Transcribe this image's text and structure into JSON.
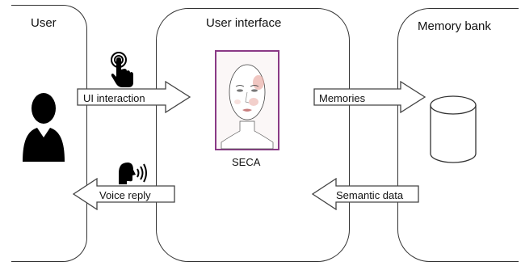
{
  "panels": {
    "user_title": "User",
    "ui_title": "User interface",
    "memory_title": "Memory bank"
  },
  "arrows": {
    "ui_interaction": "UI interaction",
    "memories": "Memories",
    "voice_reply": "Voice reply",
    "semantic_data": "Semantic data"
  },
  "avatar": {
    "label": "SECA"
  },
  "icons": {
    "user": "user-silhouette-icon",
    "touch": "touch-tap-icon",
    "voice": "speaking-head-icon",
    "database": "database-cylinder-icon",
    "face": "face-portrait"
  },
  "colors": {
    "frame": "#8a3a86",
    "arrow_outline": "#444444",
    "skin_blush": "#e8a8a0"
  }
}
